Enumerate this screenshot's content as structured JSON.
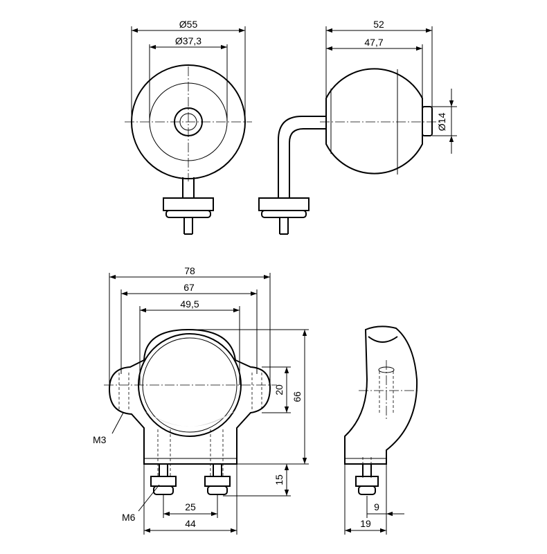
{
  "dimensions": {
    "front_outer_diameter": "Ø55",
    "front_inner_diameter": "Ø37,3",
    "side_width": "52",
    "side_width_inner": "47,7",
    "side_stud_diameter": "Ø14",
    "clamp_width": "78",
    "clamp_mount_width": "67",
    "clamp_opening": "49,5",
    "clamp_boss_height": "20",
    "clamp_height": "66",
    "stud_length": "15",
    "bolt_spacing": "25",
    "base_width": "44",
    "side_depth": "19",
    "side_offset": "9"
  },
  "threads": {
    "side_thread": "M3",
    "mount_thread": "M6"
  }
}
